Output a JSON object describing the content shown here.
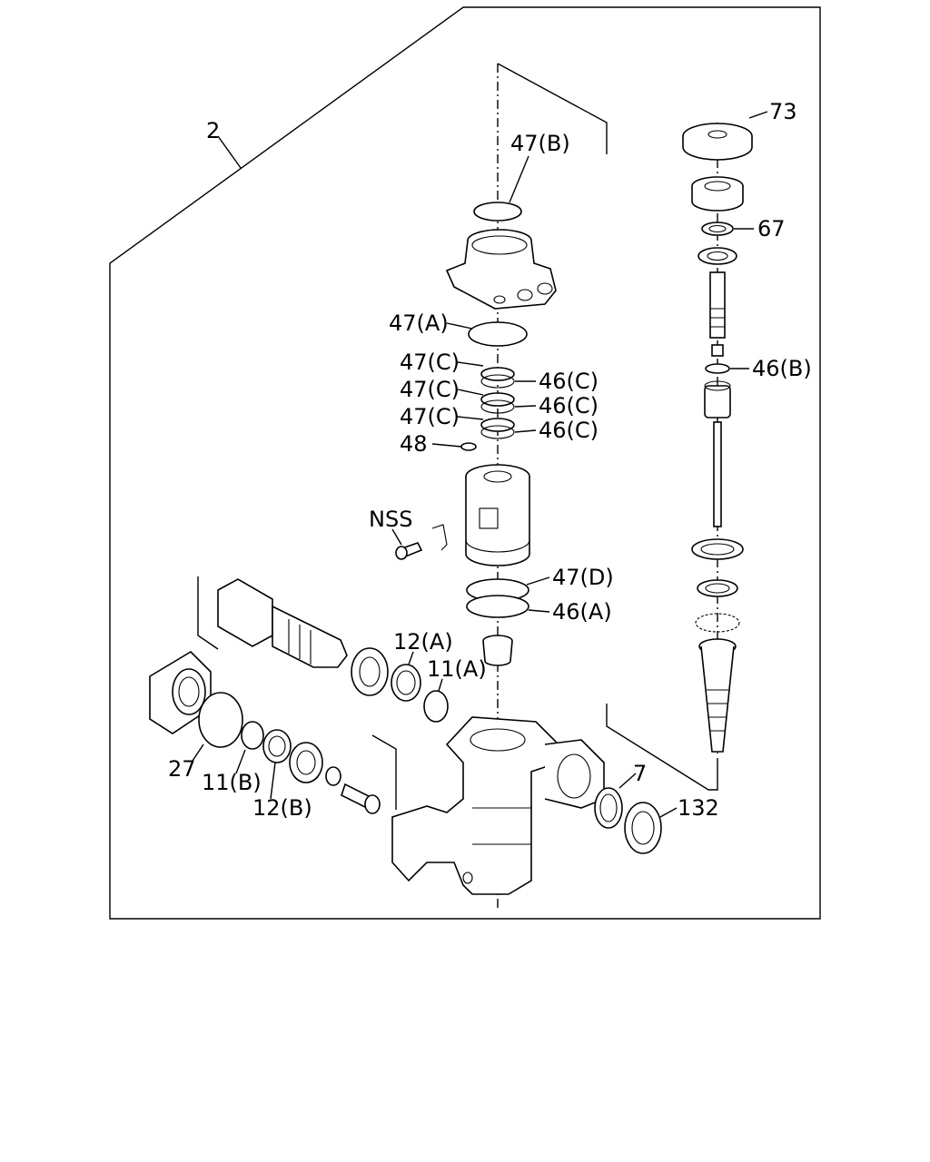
{
  "diagram": {
    "labels": {
      "assembly": "2",
      "p73": "73",
      "p67": "67",
      "p46b": "46(B)",
      "p47b": "47(B)",
      "p47a": "47(A)",
      "p47c_1": "47(C)",
      "p47c_2": "47(C)",
      "p47c_3": "47(C)",
      "p46c_1": "46(C)",
      "p46c_2": "46(C)",
      "p46c_3": "46(C)",
      "p48": "48",
      "nss": "NSS",
      "p47d": "47(D)",
      "p46a": "46(A)",
      "p12a": "12(A)",
      "p11a": "11(A)",
      "p27": "27",
      "p11b": "11(B)",
      "p12b": "12(B)",
      "p7": "7",
      "p132": "132"
    }
  }
}
